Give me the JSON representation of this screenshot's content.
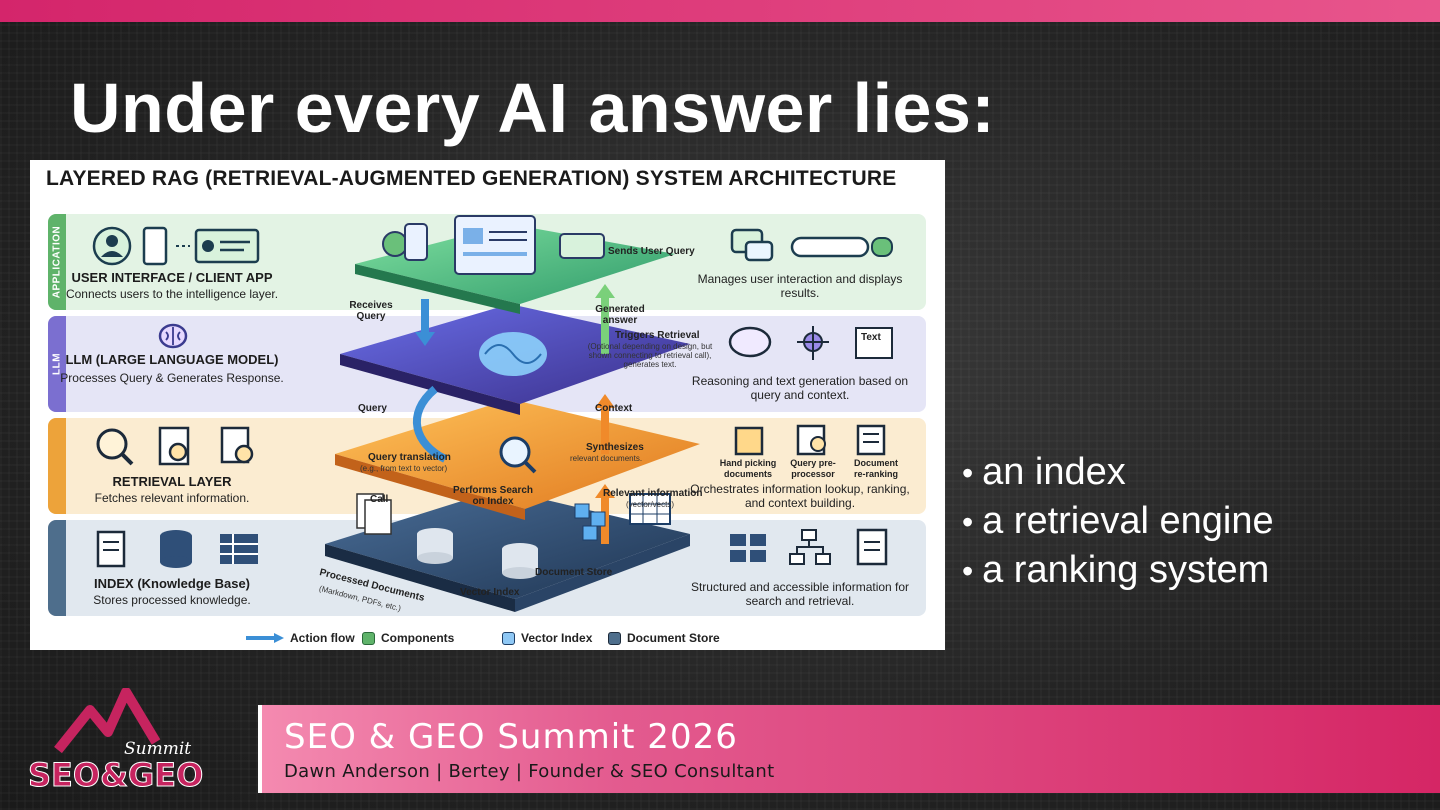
{
  "slide": {
    "title": "Under every AI answer lies:",
    "bullets": [
      "an index",
      "a retrieval engine",
      "a ranking system"
    ]
  },
  "diagram": {
    "title": "LAYERED RAG (RETRIEVAL-AUGMENTED GENERATION) SYSTEM ARCHITECTURE",
    "layers": {
      "application": {
        "tag": "APPLICATION",
        "heading": "USER INTERFACE / CLIENT APP",
        "description": "Connects users to the intelligence layer.",
        "right": "Manages user interaction and displays results."
      },
      "llm": {
        "tag": "LLM",
        "heading": "LLM (LARGE LANGUAGE MODEL)",
        "description": "Processes Query & Generates Response.",
        "right": "Reasoning and text generation based on query and context.",
        "text_icon": "Text"
      },
      "retrieval": {
        "heading": "RETRIEVAL LAYER",
        "description": "Fetches relevant information.",
        "right": "Orchestrates information lookup, ranking, and context building.",
        "sub_labels": [
          "Hand picking documents",
          "Query pre-processor",
          "Document re-ranking"
        ]
      },
      "index": {
        "heading": "INDEX (Knowledge Base)",
        "description": "Stores processed knowledge.",
        "right": "Structured and accessible information for search and retrieval."
      }
    },
    "flow_labels": {
      "sends_user_query": "Sends User Query",
      "receives_query": "Receives Query",
      "generated_answer": "Generated answer",
      "triggers_retrieval": "Triggers Retrieval",
      "triggers_note": "(Optional depending on design, but shown connecting to retrieval call), generates text.",
      "query": "Query",
      "context": "Context",
      "query_translation": "Query translation",
      "query_translation_note": "(e.g., from text to vector)",
      "performs_search": "Performs Search on Index",
      "synthesizes": "Synthesizes",
      "synthesizes_note": "relevant documents.",
      "relevant_information": "Relevant information",
      "relevant_information_note": "(vector/vects)",
      "call": "Call",
      "document_store": "Document Store",
      "vector_index": "Vector Index",
      "processed_documents": "Processed Documents",
      "processed_documents_note": "(Markdown, PDFs, etc.)"
    },
    "legend": {
      "action_flow": "Action flow",
      "components": "Components",
      "vector_index": "Vector Index",
      "document_store": "Document Store"
    }
  },
  "footer": {
    "event_title": "SEO & GEO Summit 2026",
    "speaker_line": "Dawn Anderson | Bertey | Founder & SEO Consultant",
    "logo_script": "Summit",
    "logo_text": "SEO&GEO"
  },
  "colors": {
    "accent_pink": "#d52665",
    "app_green": "#5fb36a",
    "llm_purple": "#7b6fd0",
    "retrieval_orange": "#eda33a",
    "index_blue": "#4e6e8c"
  }
}
